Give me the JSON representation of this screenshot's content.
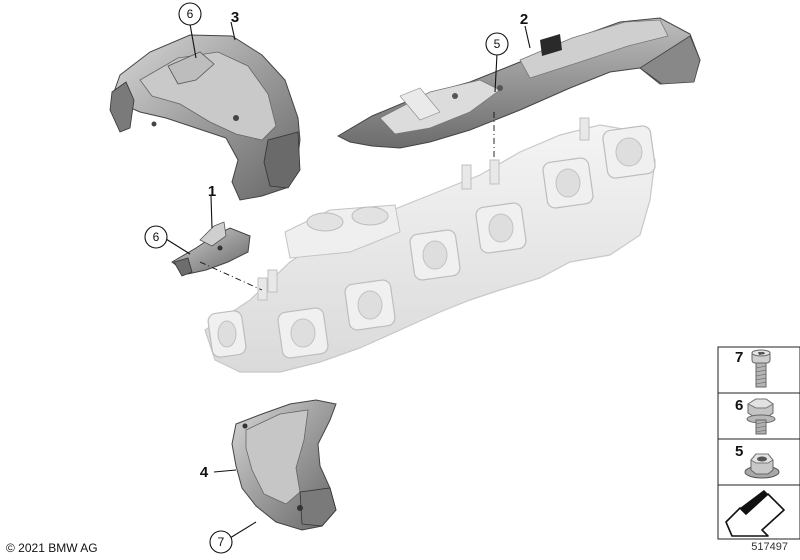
{
  "callouts": {
    "part_1": "1",
    "part_2": "2",
    "part_3": "3",
    "part_4": "4",
    "circle_6_top": "6",
    "circle_5_top": "5",
    "circle_6_mid": "6",
    "circle_7_bottom": "7"
  },
  "legend": {
    "row_7": "7",
    "row_6": "6",
    "row_5": "5"
  },
  "footer": {
    "copyright": "© 2021 BMW AG",
    "diagram_id": "517497"
  },
  "colors": {
    "manifold": "#ececec",
    "manifold_edge": "#c8c8c8",
    "shield": "#9a9a9a",
    "shield_light": "#cfcfcf",
    "shield_dark": "#5e5e5e",
    "line": "#111111"
  },
  "icons": [
    "hex-socket-bolt-icon",
    "hex-bolt-icon",
    "flange-nut-icon",
    "arrow-symbol-icon"
  ]
}
